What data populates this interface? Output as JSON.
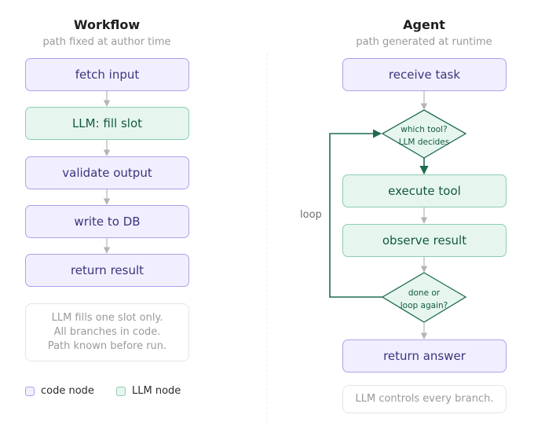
{
  "workflow": {
    "title": "Workflow",
    "subtitle": "path fixed at author time",
    "nodes": [
      {
        "label": "fetch input",
        "kind": "code"
      },
      {
        "label": "LLM: fill slot",
        "kind": "llm"
      },
      {
        "label": "validate output",
        "kind": "code"
      },
      {
        "label": "write to DB",
        "kind": "code"
      },
      {
        "label": "return result",
        "kind": "code"
      }
    ],
    "note": [
      "LLM fills one slot only.",
      "All branches in code.",
      "Path known before run."
    ]
  },
  "agent": {
    "title": "Agent",
    "subtitle": "path generated at runtime",
    "receive": "receive task",
    "decision1": [
      "which tool?",
      "LLM decides"
    ],
    "execute": "execute tool",
    "observe": "observe result",
    "decision2": [
      "done or",
      "loop again?"
    ],
    "return": "return answer",
    "loop_label": "loop",
    "note": "LLM controls every branch."
  },
  "legend": {
    "code_label": "code node",
    "llm_label": "LLM node"
  },
  "colors": {
    "code_fill": "#f1efff",
    "code_stroke": "#aaa3ea",
    "code_text": "#3a347e",
    "llm_fill": "#e6f6ef",
    "llm_stroke": "#8ccdb0",
    "llm_text": "#13583f",
    "loop_edge": "#1f6b4f",
    "edge": "#b5b5b5"
  }
}
